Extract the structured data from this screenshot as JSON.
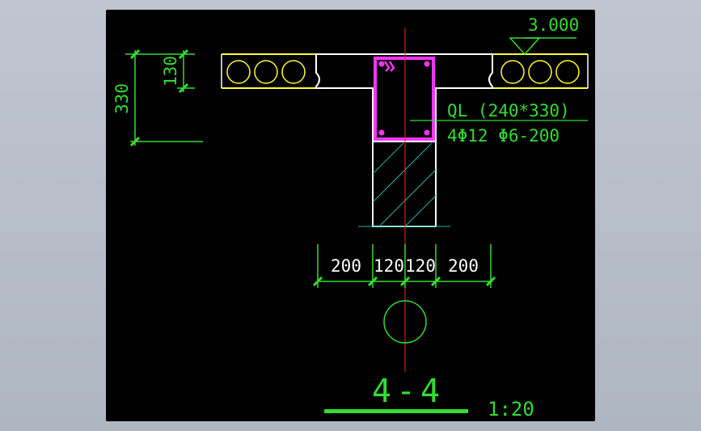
{
  "drawing": {
    "section_title": "4-4",
    "scale": "1:20",
    "elevation": "3.000",
    "beam_label": "QL (240*330)",
    "reinforcement_label": "4Φ12 Φ6-200",
    "dimensions": {
      "total_height": "330",
      "slab_thickness": "130",
      "bottom": [
        "200",
        "120",
        "120",
        "200"
      ]
    }
  },
  "colors": {
    "background": "#000000",
    "outline": "#ffffff",
    "annotation": "#33dd33",
    "slab": "#ffff33",
    "rebar": "#ff33ff",
    "axis": "#ff2222",
    "hatch": "#1fb5a5"
  }
}
